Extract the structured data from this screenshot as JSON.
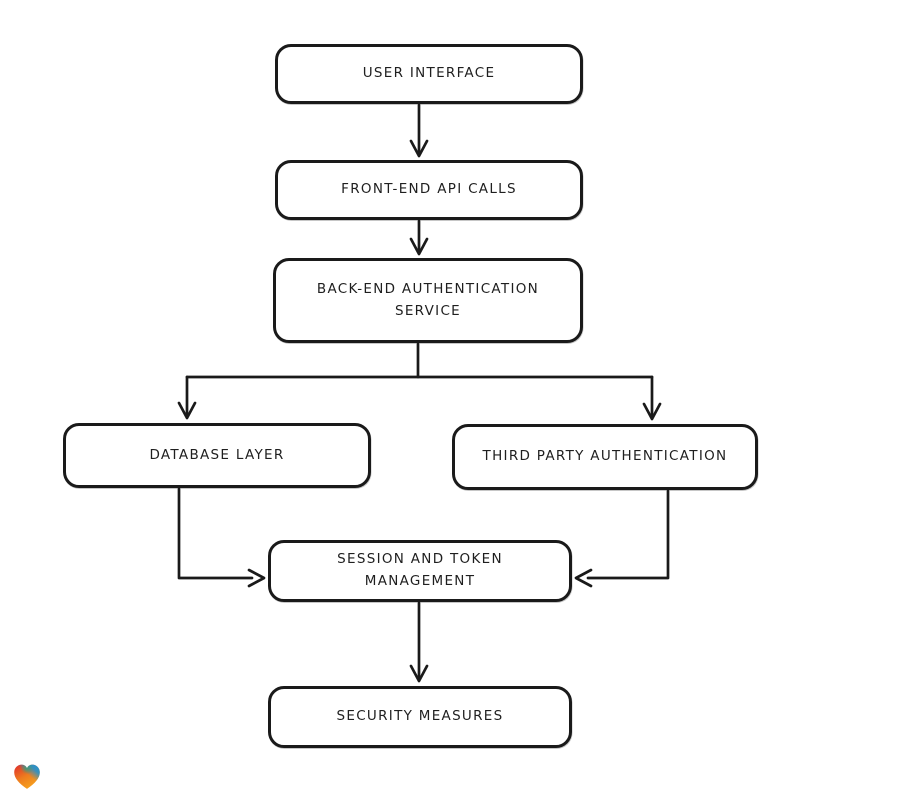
{
  "diagram": {
    "type": "flowchart",
    "nodes": [
      {
        "id": "user-interface",
        "label": "USER INTERFACE"
      },
      {
        "id": "front-end-api-calls",
        "label": "FRONT-END API CALLS"
      },
      {
        "id": "back-end-authentication-service",
        "label": "BACK-END AUTHENTICATION SERVICE"
      },
      {
        "id": "database-layer",
        "label": "DATABASE LAYER"
      },
      {
        "id": "third-party-authentication",
        "label": "THIRD PARTY AUTHENTICATION"
      },
      {
        "id": "session-and-token-management",
        "label": "SESSION AND TOKEN MANAGEMENT"
      },
      {
        "id": "security-measures",
        "label": "SECURITY MEASURES"
      }
    ],
    "edges": [
      {
        "from": "user-interface",
        "to": "front-end-api-calls"
      },
      {
        "from": "front-end-api-calls",
        "to": "back-end-authentication-service"
      },
      {
        "from": "back-end-authentication-service",
        "to": "database-layer"
      },
      {
        "from": "back-end-authentication-service",
        "to": "third-party-authentication"
      },
      {
        "from": "database-layer",
        "to": "session-and-token-management"
      },
      {
        "from": "third-party-authentication",
        "to": "session-and-token-management"
      },
      {
        "from": "session-and-token-management",
        "to": "security-measures"
      }
    ],
    "colors": {
      "stroke": "#1a1a1a",
      "node_fill": "#ffffff",
      "background": "#ffffff"
    }
  },
  "watermark": {
    "icon": "heart-logo",
    "colors": {
      "red": "#e02a2c",
      "orange": "#f6a11e",
      "blue": "#1b94d6",
      "teal": "#2fa37a"
    }
  }
}
